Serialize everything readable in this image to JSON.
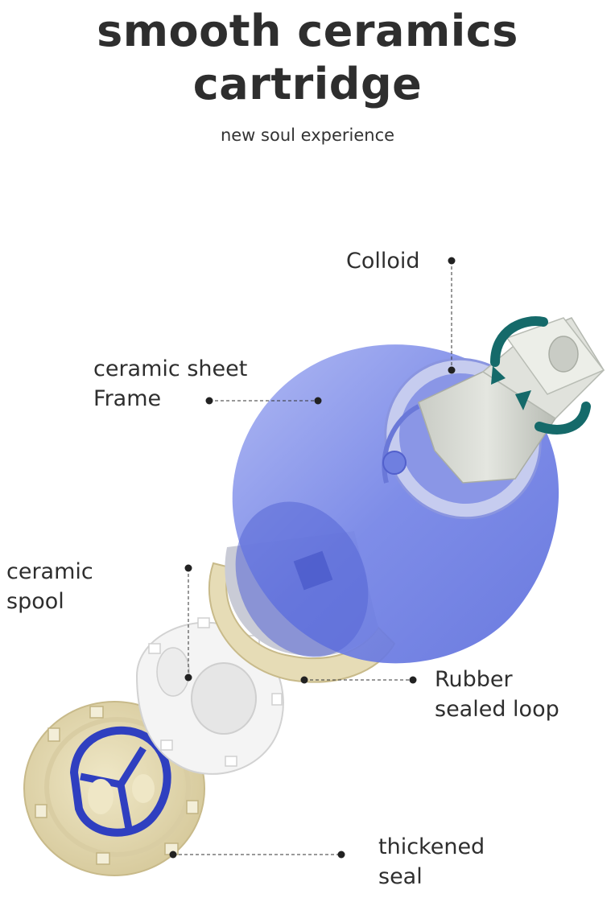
{
  "heading": {
    "line1": "smooth ceramics",
    "line2": "cartridge",
    "subtitle": "new soul experience"
  },
  "callouts": {
    "colloid": "Colloid",
    "ceramic_sheet_frame": [
      "ceramic sheet",
      "Frame"
    ],
    "ceramic_spool": [
      "ceramic",
      "spool"
    ],
    "rubber_sealed_loop": [
      "Rubber",
      "sealed loop"
    ],
    "thickened_seal": [
      "thickened",
      "seal"
    ]
  },
  "colors": {
    "housing": "#6f7fe6",
    "rotation_arrow": "#156a6a",
    "seal_beige": "#e8deb8",
    "seal_ring_blue": "#2f3fc0",
    "stem": "#d8dbd4"
  },
  "icons": [
    "rotation-arrow-icon"
  ]
}
